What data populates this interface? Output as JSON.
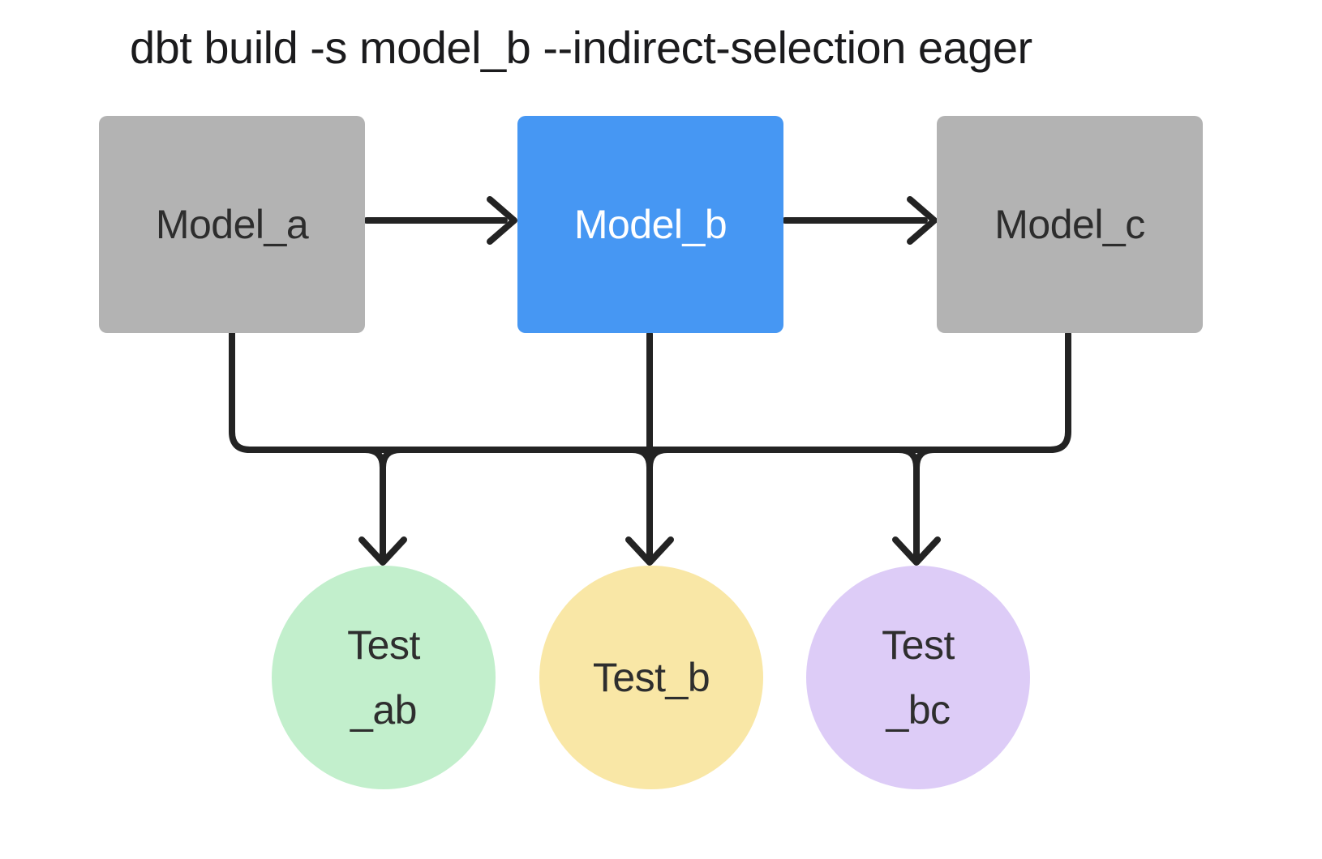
{
  "title": "dbt build -s model_b --indirect-selection eager",
  "diagram": {
    "models": [
      {
        "id": "model_a",
        "label": "Model_a",
        "fill": "#b3b3b3",
        "selected": false
      },
      {
        "id": "model_b",
        "label": "Model_b",
        "fill": "#4697f3",
        "selected": true
      },
      {
        "id": "model_c",
        "label": "Model_c",
        "fill": "#b3b3b3",
        "selected": false
      }
    ],
    "tests": [
      {
        "id": "test_ab",
        "lines": [
          "Test",
          "_ab"
        ],
        "fill": "#c2efcc"
      },
      {
        "id": "test_b",
        "lines": [
          "Test_b"
        ],
        "fill": "#f9e7a6"
      },
      {
        "id": "test_bc",
        "lines": [
          "Test",
          "_bc"
        ],
        "fill": "#ddccf7"
      }
    ],
    "connections": [
      {
        "from": "model_a",
        "to": "model_b",
        "style": "arrow"
      },
      {
        "from": "model_b",
        "to": "model_c",
        "style": "arrow"
      },
      {
        "from": [
          "model_a",
          "model_b",
          "model_c"
        ],
        "to": [
          "test_ab",
          "test_b",
          "test_bc"
        ],
        "style": "merged-bus-with-down-arrows"
      }
    ]
  },
  "colors": {
    "background": "#ffffff",
    "model_default_fill": "#b3b3b3",
    "model_selected_fill": "#4697f3",
    "test_ab_fill": "#c2efcc",
    "test_b_fill": "#f9e7a6",
    "test_bc_fill": "#ddccf7",
    "edge_stroke": "#232323",
    "title_text": "#1b1b1d",
    "node_text": "#2d2d2d",
    "selected_node_text": "#ffffff"
  }
}
